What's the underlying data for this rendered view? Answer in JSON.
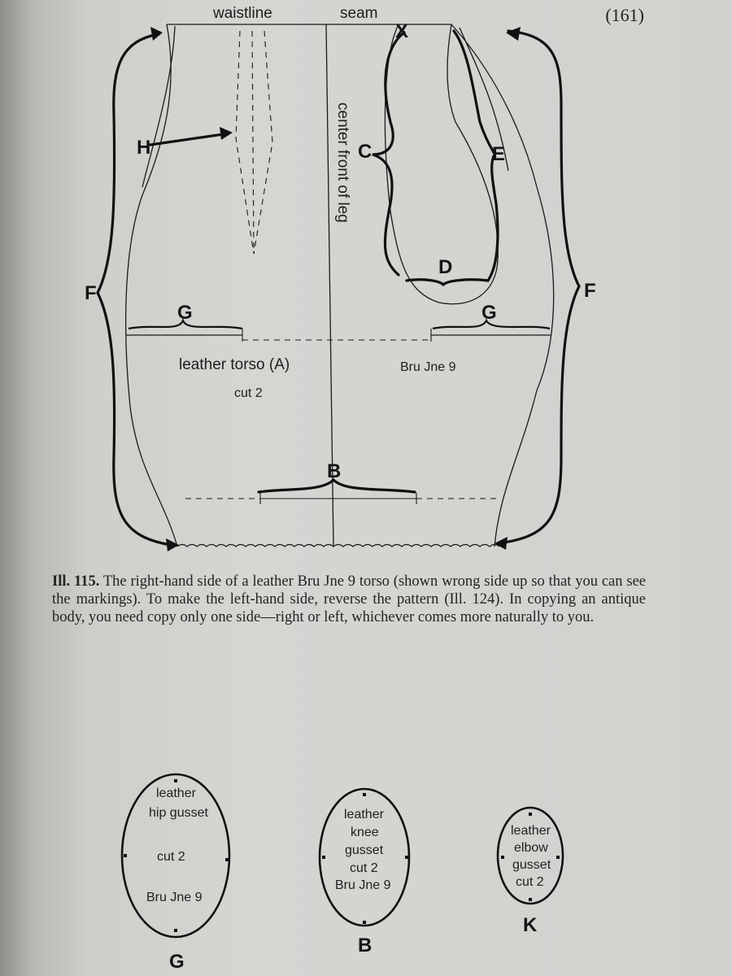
{
  "page_number": "(161)",
  "torso": {
    "waistline": "waistline",
    "seam": "seam",
    "x_mark": "X",
    "center_front": "center front of leg",
    "title": "leather torso (A)",
    "cut": "cut 2",
    "model": "Bru Jne 9",
    "letters": {
      "H": "H",
      "C": "C",
      "E": "E",
      "D": "D",
      "F_left": "F",
      "F_right": "F",
      "G_left": "G",
      "G_right": "G",
      "B": "B"
    }
  },
  "caption": {
    "label": "Ill. 115.",
    "text": "The right-hand side of a leather Bru Jne 9 torso (shown wrong side up so that you can see the markings). To make the left-hand side, reverse the pattern (Ill. 124). In copying an antique body, you need copy only one side—right or left, whichever comes more naturally to you."
  },
  "gussets": {
    "hip": {
      "line1": "leather",
      "line2": "hip gusset",
      "cut": "cut 2",
      "model": "Bru Jne 9",
      "letter": "G"
    },
    "knee": {
      "line1": "leather",
      "line2": "knee",
      "line3": "gusset",
      "cut": "cut 2",
      "model": "Bru Jne 9",
      "letter": "B"
    },
    "elbow": {
      "line1": "leather",
      "line2": "elbow",
      "line3": "gusset",
      "cut": "cut 2",
      "letter": "K"
    }
  }
}
